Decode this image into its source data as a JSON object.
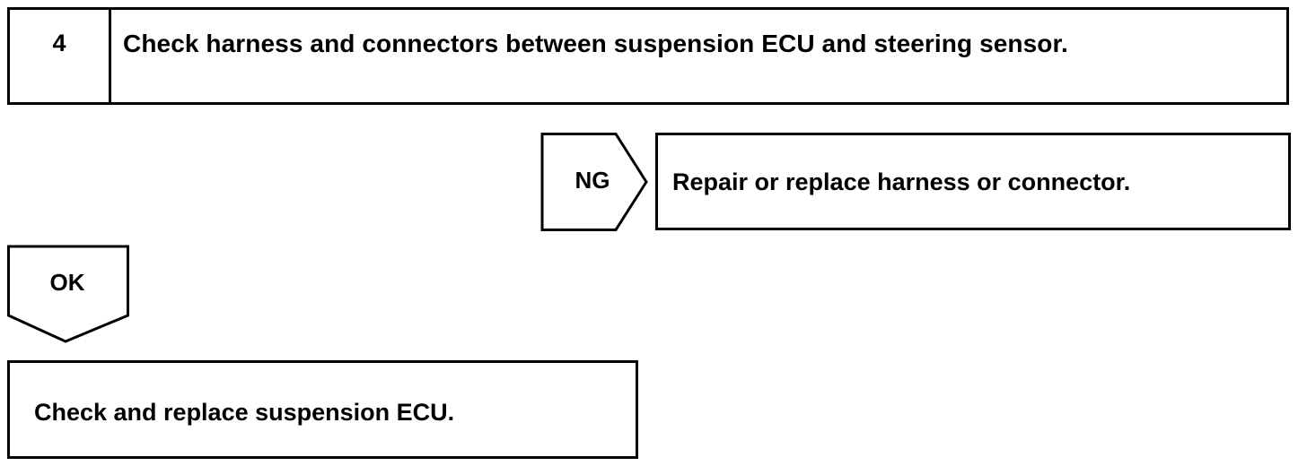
{
  "step": {
    "number": "4",
    "title": "Check harness and connectors between suspension ECU and steering sensor."
  },
  "ng_branch": {
    "label": "NG",
    "result": "Repair or replace harness or connector."
  },
  "ok_branch": {
    "label": "OK",
    "result": "Check and replace suspension ECU."
  },
  "colors": {
    "stroke": "#000000",
    "background": "#ffffff"
  }
}
